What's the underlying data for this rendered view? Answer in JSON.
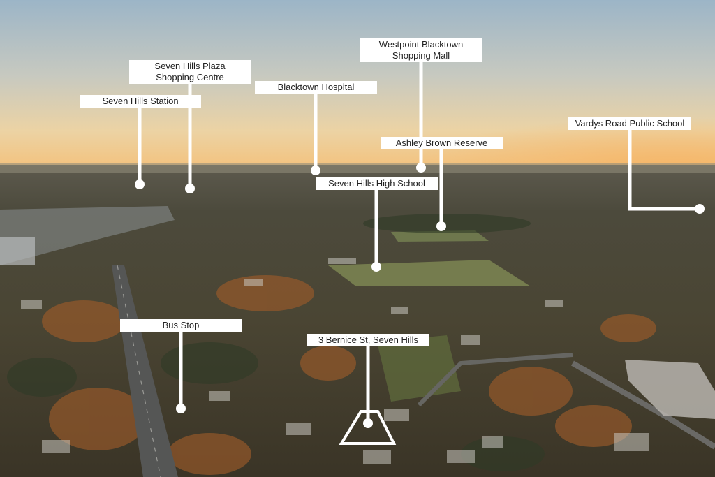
{
  "image": {
    "kind": "aerial-photo",
    "palette": {
      "sky_top": "#9fb6c6",
      "sky_mid": "#c9c8bd",
      "horizon_glow": "#f2c98a",
      "suburb_dark": "#3b3a30",
      "suburb_mid": "#5a5440",
      "trees_autumn": "#a8622a",
      "field_green": "#7c8650",
      "marker": "#ffffff"
    }
  },
  "labels": {
    "westpoint": {
      "line1": "Westpoint Blacktown",
      "line2": "Shopping Mall"
    },
    "plaza": {
      "line1": "Seven Hills Plaza",
      "line2": "Shopping Centre"
    },
    "hospital": "Blacktown Hospital",
    "station": "Seven Hills Station",
    "vardys": "Vardys Road Public School",
    "ashley": "Ashley Brown Reserve",
    "highschool": "Seven Hills High School",
    "busstop": "Bus Stop",
    "property": "3 Bernice St, Seven Hills"
  }
}
